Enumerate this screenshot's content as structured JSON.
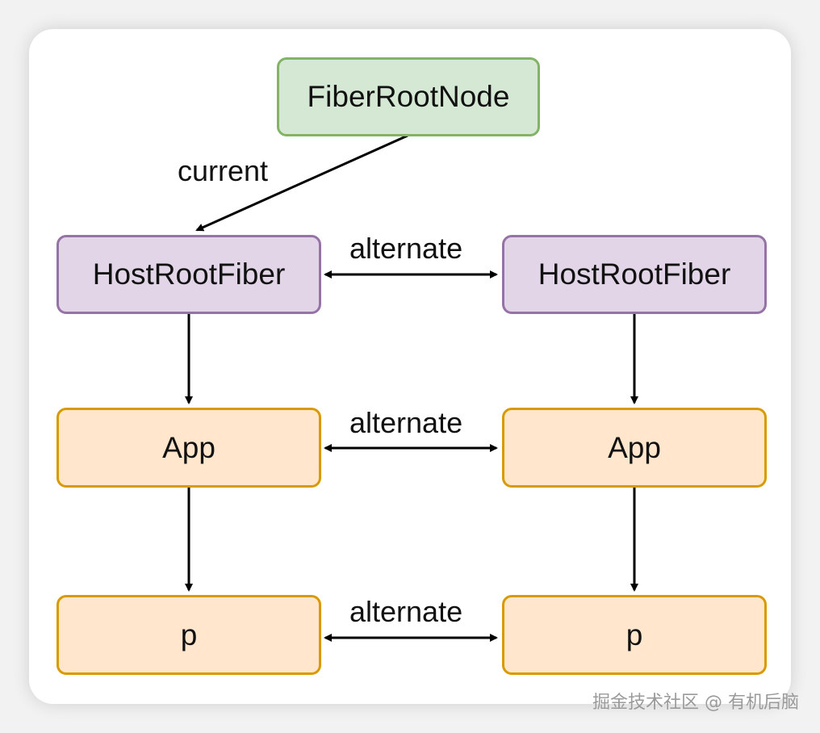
{
  "nodes": {
    "root": "FiberRootNode",
    "host_left": "HostRootFiber",
    "host_right": "HostRootFiber",
    "app_left": "App",
    "app_right": "App",
    "p_left": "p",
    "p_right": "p"
  },
  "edge_labels": {
    "current": "current",
    "alternate_top": "alternate",
    "alternate_middle": "alternate",
    "alternate_bottom": "alternate"
  },
  "watermark": "掘金技术社区 @ 有机后脑",
  "colors": {
    "green_fill": "#d5e8d4",
    "green_stroke": "#82b366",
    "purple_fill": "#e1d5e7",
    "purple_stroke": "#9673a6",
    "orange_fill": "#ffe6cc",
    "orange_stroke": "#d79b00"
  }
}
